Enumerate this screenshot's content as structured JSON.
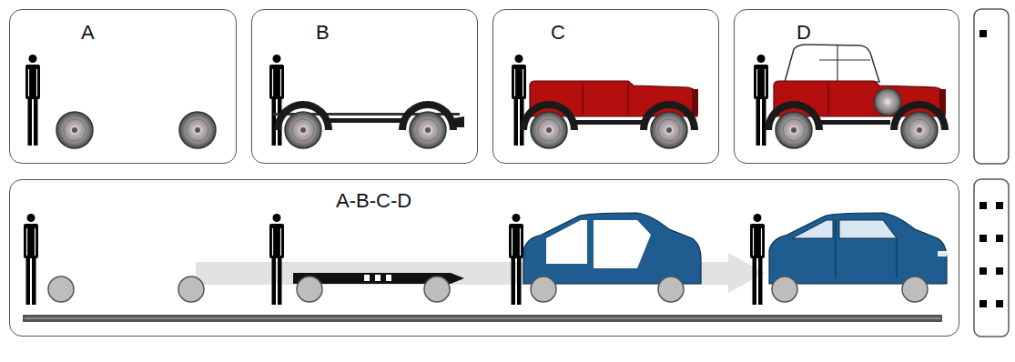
{
  "diagram": {
    "nodes": [
      {
        "text": [
          "A"
        ]
      },
      {
        "text": [
          "B"
        ]
      },
      {
        "text": [
          "C"
        ]
      },
      {
        "text": [
          "D"
        ]
      },
      {
        "text": [
          "A-B-C-D"
        ]
      }
    ]
  }
}
